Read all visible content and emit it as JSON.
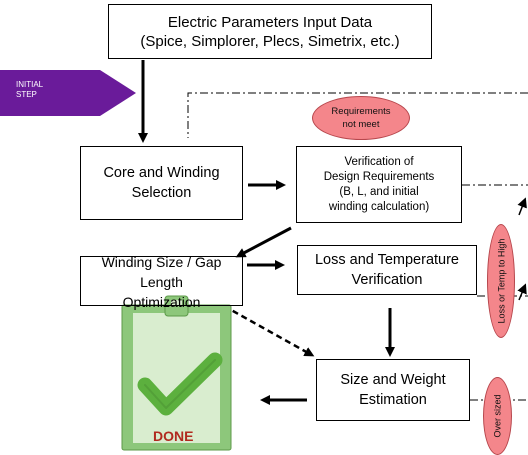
{
  "initial_step": {
    "line1": "INITIAL",
    "line2": "STEP"
  },
  "boxes": {
    "input": "Electric Parameters Input Data\n(Spice, Simplorer, Plecs, Simetrix, etc.)",
    "core": "Core and Winding\nSelection",
    "verification": "Verification of\nDesign Requirements\n(B, L, and initial\nwinding calculation)",
    "winding": "Winding Size / Gap\nLength\nOptimization",
    "loss": "Loss and Temperature\nVerification",
    "size": "Size and Weight\nEstimation"
  },
  "ovals": {
    "requirements": "Requirements\nnot meet",
    "loss_temp": "Loss or Temp to High",
    "oversized": "Over sized"
  },
  "done": {
    "label": "DONE"
  },
  "colors": {
    "oval_fill": "#f4868b",
    "initial_fill": "#6a1b9a",
    "clipboard": "#8dc77b",
    "done_text": "#b12a1f"
  }
}
